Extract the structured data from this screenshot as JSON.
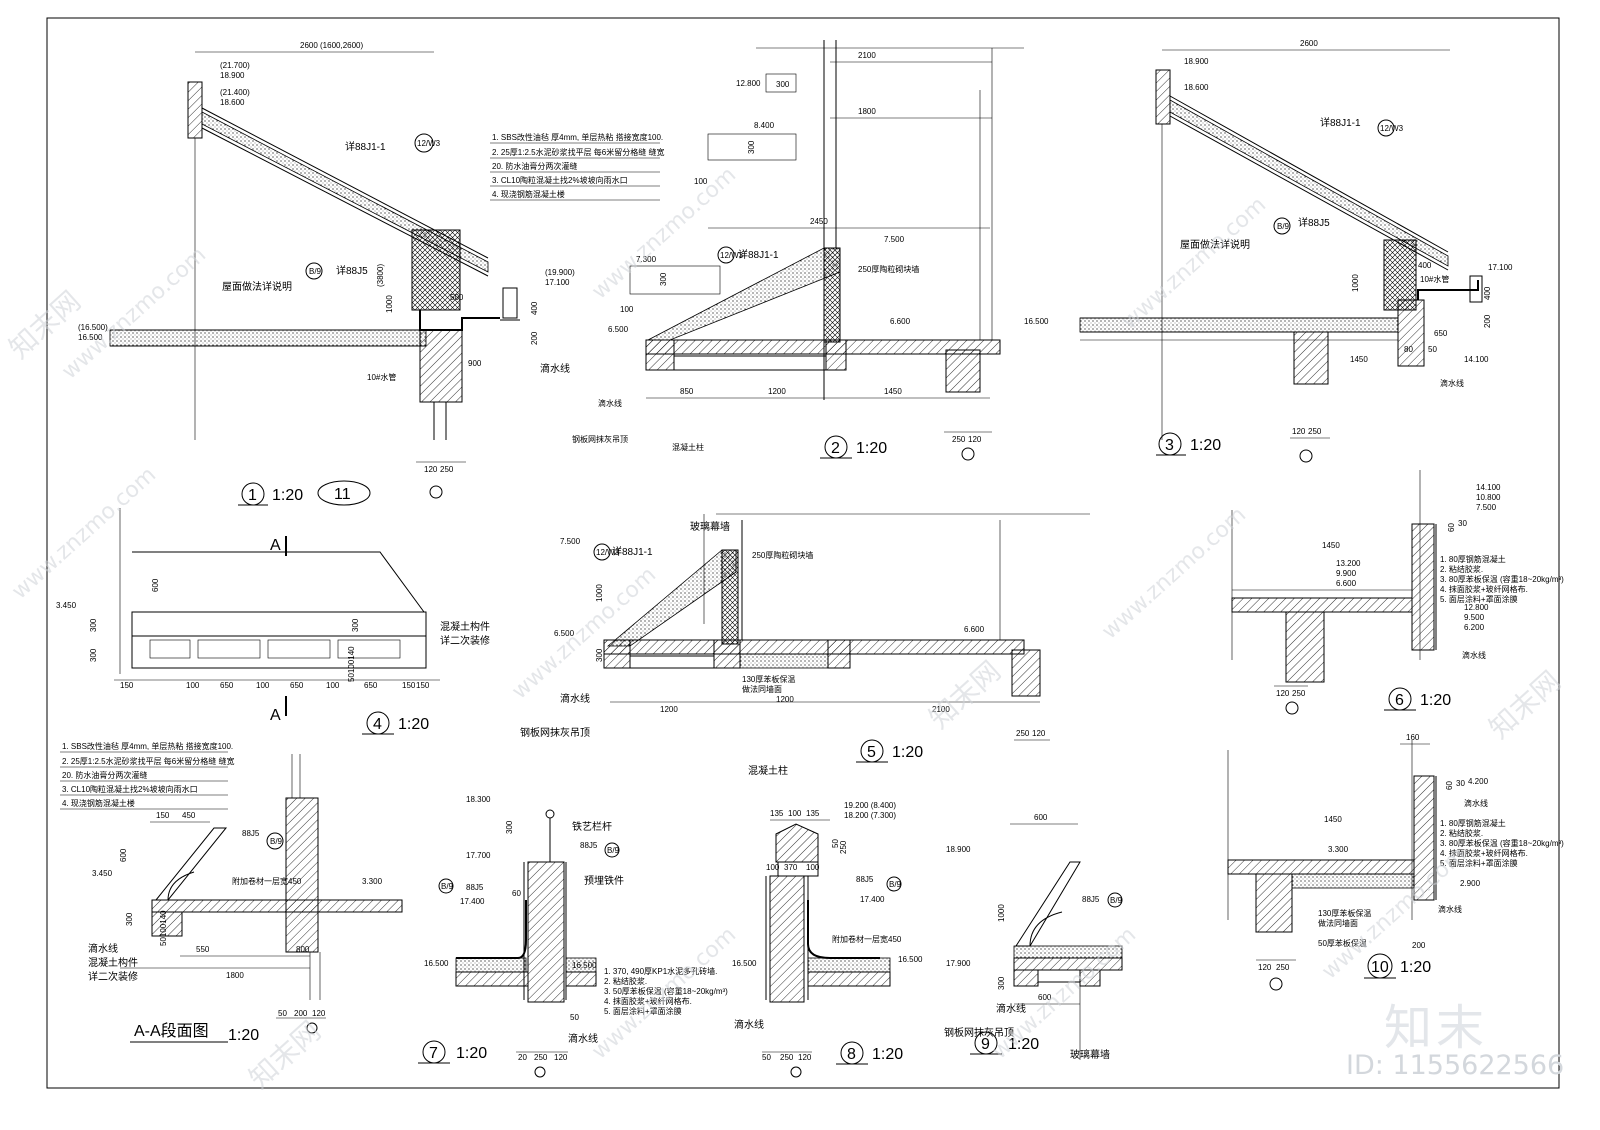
{
  "detail1": {
    "dim_top": "2600 (1600,2600)",
    "elev_a": "(21.700)",
    "elev_b": "18.900",
    "elev_c": "(21.400)",
    "elev_d": "18.600",
    "ref_main": "详88J1-1",
    "ref_main_badge": "12/W3",
    "ref_j5": "详88J5",
    "ref_j5_badge": "B/9",
    "dim_3800": "(3800)",
    "dim_1000": "1000",
    "dim_500": "500",
    "dim_400": "400",
    "dim_200": "200",
    "dim_900": "900",
    "elev_gutter_a": "(19.900)",
    "elev_gutter_b": "17.100",
    "elev_floor_a": "(16.500)",
    "elev_floor_b": "16.500",
    "label_roof": "屋面做法详说明",
    "label_pipe": "10#水管",
    "label_drip": "滴水线",
    "dim_120": "120",
    "dim_250": "250",
    "title_num": "1",
    "title_scale": "1:20",
    "title_sheet": "11",
    "spec": [
      "1. SBS改性油毡 厚4mm, 单层热粘 搭接宽度100.",
      "2. 25厚1:2.5水泥砂浆找平层 每6米留分格缝 缝宽",
      "20. 防水油膏分两次灌缝",
      "3. CL10陶粒混凝土找2%坡坡向雨水口",
      "4. 现浇钢筋混凝土楼"
    ]
  },
  "detail2": {
    "dim_2100": "2100",
    "dim_1800": "1800",
    "dim_2450": "2450",
    "elev_12800": "12.800",
    "dim_300a": "300",
    "elev_8400": "8.400",
    "dim_300b": "300",
    "dim_100a": "100",
    "elev_7300": "7.300",
    "dim_300c": "300",
    "dim_100b": "100",
    "elev_6500": "6.500",
    "elev_7500": "7.500",
    "elev_6600": "6.600",
    "ref": "详88J1-1",
    "ref_badge": "12/W3",
    "label_wall": "250厚陶粒砌块墙",
    "label_drip": "滴水线",
    "label_ceiling": "钢板网抹灰吊顶",
    "label_column": "混凝土柱",
    "dim_850": "850",
    "dim_1200": "1200",
    "dim_1450": "1450",
    "dim_250": "250",
    "dim_120": "120",
    "title_num": "2",
    "title_scale": "1:20"
  },
  "detail3": {
    "dim_2600": "2600",
    "elev_18900": "18.900",
    "elev_18600": "18.600",
    "ref": "详88J1-1",
    "ref_badge": "12/W3",
    "ref_j5": "详88J5",
    "ref_j5_badge": "B/9",
    "label_roof": "屋面做法详说明",
    "label_pipe": "10#水管",
    "dim_1000": "1000",
    "dim_400a": "400",
    "dim_400b": "400",
    "dim_200": "200",
    "dim_650": "650",
    "dim_1450": "1450",
    "dim_80": "80",
    "dim_50": "50",
    "elev_17100": "17.100",
    "elev_16500": "16.500",
    "elev_14100": "14.100",
    "label_drip": "滴水线",
    "dim_120": "120",
    "dim_250": "250",
    "title_num": "3",
    "title_scale": "1:20"
  },
  "detail4": {
    "section_mark": "A",
    "dim_600": "600",
    "dim_300a": "300",
    "dim_300b": "300",
    "dim_300c": "300",
    "elev_3450": "3.450",
    "dim_50100140": "50100140",
    "label_component": "混凝土构件",
    "label_finish": "详二次装修",
    "dims_bottom": [
      "150",
      "100",
      "650",
      "100",
      "650",
      "100",
      "650",
      "150",
      "150"
    ],
    "title_num": "4",
    "title_scale": "1:20"
  },
  "detail5": {
    "label_glass": "玻璃幕墙",
    "elev_7500": "7.500",
    "ref": "详88J1-1",
    "ref_badge": "12/W3",
    "label_wall": "250厚陶粒砌块墙",
    "dim_1000": "1000",
    "elev_6500": "6.500",
    "elev_6600": "6.600",
    "dim_300": "300",
    "label_insul_a": "130厚苯板保温",
    "label_insul_b": "做法同墙面",
    "dim_1200a": "1200",
    "dim_1200b": "1200",
    "dim_2100": "2100",
    "label_drip": "滴水线",
    "label_ceiling": "钢板网抹灰吊顶",
    "label_column": "混凝土柱",
    "dim_250": "250",
    "dim_120": "120",
    "title_num": "5",
    "title_scale": "1:20"
  },
  "detail6": {
    "elev_a": "14.100",
    "elev_b": "10.800",
    "elev_c": "7.500",
    "dim_1450": "1450",
    "dim_60": "60",
    "dim_30": "30",
    "elev_d": "13.200",
    "elev_e": "9.900",
    "elev_f": "6.600",
    "elev_g": "12.800",
    "elev_h": "9.500",
    "elev_i": "6.200",
    "spec": [
      "1. 80厚钢筋混凝土",
      "2. 粘结胶浆.",
      "3. 80厚苯板保温 (容重18~20kg/m³)",
      "4. 抹面胶浆+玻纤网格布.",
      "5. 面层涂料+罩面涂膜"
    ],
    "label_drip": "滴水线",
    "dim_120": "120",
    "dim_250": "250",
    "title_num": "6",
    "title_scale": "1:20"
  },
  "detailAA": {
    "spec": [
      "1. SBS改性油毡 厚4mm, 单层热粘 搭接宽度100.",
      "2. 25厚1:2.5水泥砂浆找平层 每6米留分格缝 缝宽",
      "20. 防水油膏分两次灌缝",
      "3. CL10陶粒混凝土找2%坡坡向雨水口",
      "4. 现浇钢筋混凝土楼"
    ],
    "dim_150": "150",
    "dim_450": "450",
    "dim_600": "600",
    "elev_3450": "3.450",
    "elev_3300": "3.300",
    "ref": "88J5",
    "ref_badge": "B/9",
    "label_extra": "附加卷材一层宽450",
    "dim_300": "300",
    "dim_50100140": "50100140",
    "label_drip": "滴水线",
    "label_component": "混凝土构件",
    "label_finish": "详二次装修",
    "dim_550": "550",
    "dim_800": "800",
    "dim_1800": "1800",
    "dim_50": "50",
    "dim_200": "200",
    "dim_120": "120",
    "title": "A-A段面图",
    "title_scale": "1:20"
  },
  "detail7": {
    "elev_18300": "18.300",
    "dim_300": "300",
    "elev_17700": "17.700",
    "label_rail": "铁艺栏杆",
    "ref": "88J5",
    "ref_badge": "B/9",
    "label_embed": "预埋铁件",
    "ref_left": "88J5",
    "ref_left_badge": "B/9",
    "elev_17400": "17.400",
    "dim_60": "60",
    "elev_16500a": "16.500",
    "elev_16500b": "16.500",
    "spec": [
      "1. 370, 490厚KP1水泥多孔砖墙.",
      "2. 粘结胶浆.",
      "3. 50厚苯板保温 (容重18~20kg/m³)",
      "4. 抹面胶浆+玻纤网格布.",
      "5. 面层涂料+罩面涂膜"
    ],
    "label_drip": "滴水线",
    "dim_50": "50",
    "dim_20": "20",
    "dim_250": "250",
    "dim_120": "120",
    "title_num": "7",
    "title_scale": "1:20"
  },
  "detail8": {
    "dim_135a": "135",
    "dim_100": "100",
    "dim_135b": "135",
    "dim_50": "50",
    "dim_250": "250",
    "elev_a": "19.200 (8.400)",
    "elev_b": "18.200 (7.300)",
    "ref": "88J5",
    "ref_badge": "B/9",
    "elev_17400": "17.400",
    "label_extra": "附加卷材一层宽450",
    "elev_16500a": "16.500",
    "elev_16500b": "16.500",
    "dim_370": "370",
    "label_drip": "滴水线",
    "dim_250b": "250",
    "dim_120": "120",
    "title_num": "8",
    "title_scale": "1:20"
  },
  "detail9": {
    "dim_600a": "600",
    "elev_18900": "18.900",
    "ref": "88J5",
    "ref_badge": "B/9",
    "dim_1000": "1000",
    "elev_17900": "17.900",
    "dim_300": "300",
    "dim_600b": "600",
    "label_drip": "滴水线",
    "label_ceiling": "钢板网抹灰吊顶",
    "label_glass": "玻璃幕墙",
    "title_num": "9",
    "title_scale": "1:20"
  },
  "detail10": {
    "dim_160": "160",
    "elev_4200": "4.200",
    "dim_60": "60",
    "dim_30": "30",
    "label_drip_top": "滴水线",
    "dim_1450": "1450",
    "elev_3300": "3.300",
    "spec": [
      "1. 80厚钢筋混凝土",
      "2. 粘结胶浆.",
      "3. 80厚苯板保温 (容重18~20kg/m³)",
      "4. 抹面胶浆+玻纤网格布.",
      "5. 面层涂料+罩面涂膜"
    ],
    "elev_2900": "2.900",
    "label_insul_a": "130厚苯板保温",
    "label_insul_b": "做法同墙面",
    "label_insul_c": "50厚苯板保温",
    "label_drip": "滴水线",
    "dim_120": "120",
    "dim_250": "250",
    "dim_200": "200",
    "title_num": "10",
    "title_scale": "1:20"
  },
  "watermark": {
    "site": "www.znzmo.com",
    "brand": "知末",
    "brand_net": "知末网",
    "id_label": "ID: 1155622566"
  }
}
